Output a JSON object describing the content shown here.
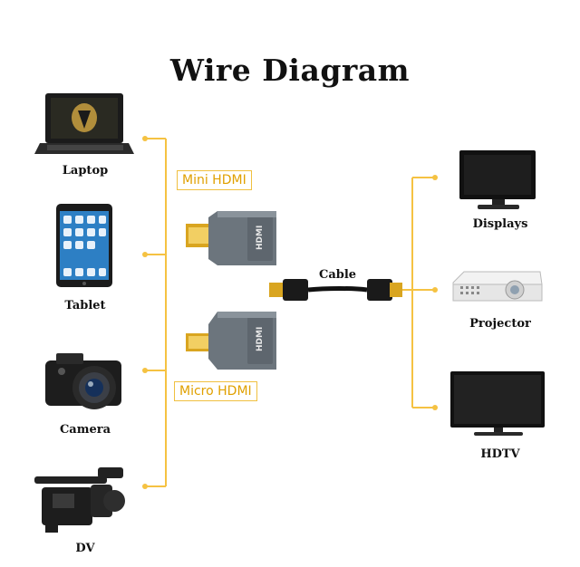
{
  "title": "Wire Diagram",
  "sources": [
    {
      "label": "Laptop",
      "icon": "laptop-icon"
    },
    {
      "label": "Tablet",
      "icon": "tablet-icon"
    },
    {
      "label": "Camera",
      "icon": "camera-icon"
    },
    {
      "label": "DV",
      "icon": "camcorder-icon"
    }
  ],
  "adapters": [
    {
      "label": "Mini HDMI",
      "icon": "mini-hdmi-adapter-icon"
    },
    {
      "label": "Micro HDMI",
      "icon": "micro-hdmi-adapter-icon"
    }
  ],
  "adapter_text": "HDMI",
  "cable": {
    "label": "Cable",
    "icon": "hdmi-cable-icon"
  },
  "destinations": [
    {
      "label": "Displays",
      "icon": "monitor-icon"
    },
    {
      "label": "Projector",
      "icon": "projector-icon"
    },
    {
      "label": "HDTV",
      "icon": "tv-icon"
    }
  ],
  "colors": {
    "connector_line": "#f5c242",
    "tag_text": "#e0a000",
    "adapter_body": "#6c757d",
    "connector_gold": "#d9a520"
  }
}
